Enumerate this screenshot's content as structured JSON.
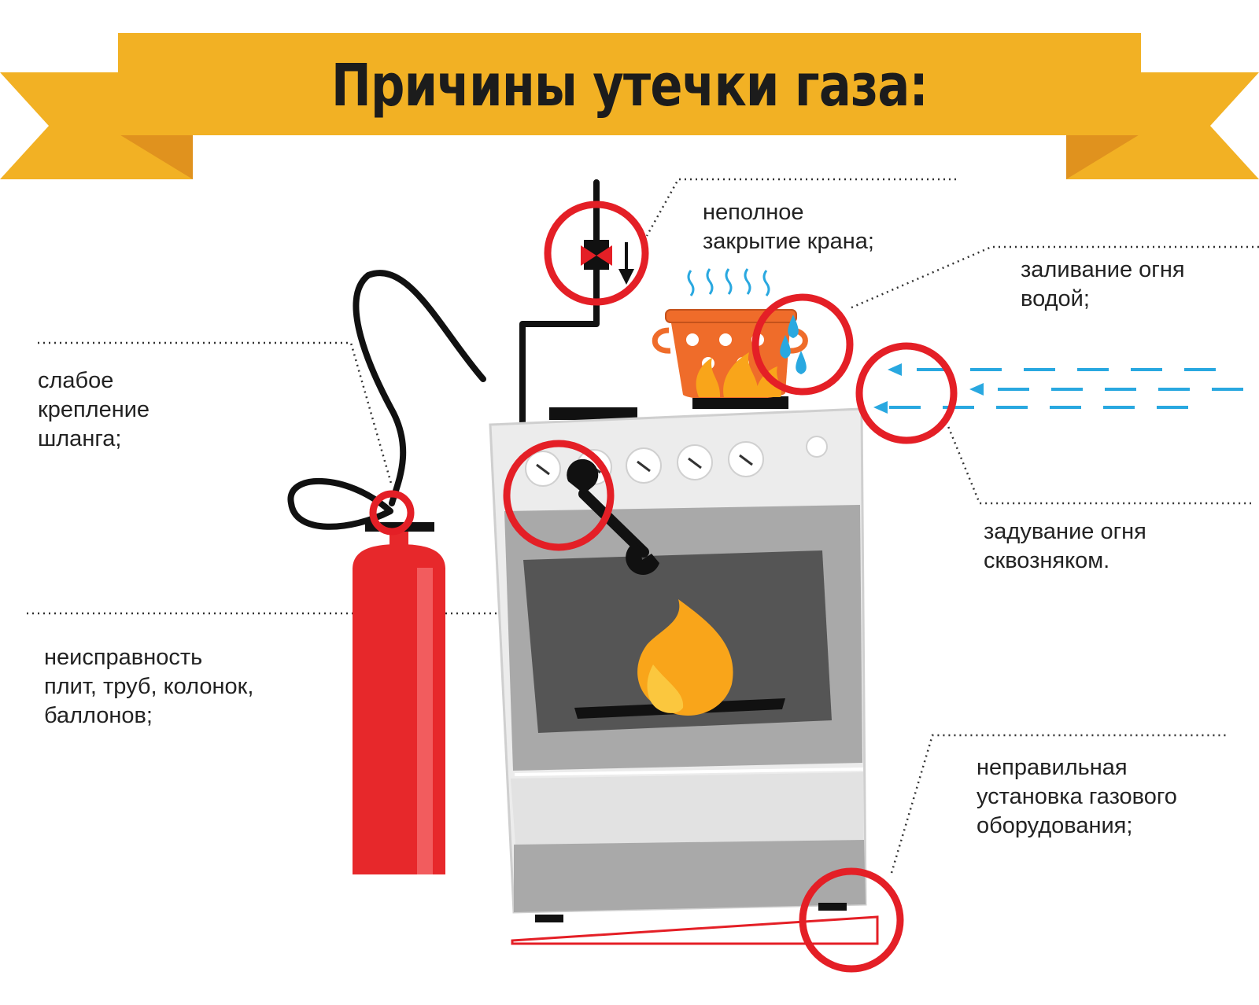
{
  "title": "Причины утечки газа:",
  "colors": {
    "banner": "#f2b124",
    "banner_dark": "#e0921e",
    "alert_red": "#e41f26",
    "flame": "#f9a51a",
    "pot": "#ef6c2a",
    "cylinder": "#e7282b",
    "water": "#29a8e0",
    "stove_body": "#ececec",
    "oven_window": "#555555"
  },
  "causes": [
    {
      "id": "tap",
      "text": "неполное\nзакрытие крана;"
    },
    {
      "id": "water",
      "text": "заливание огня\nводой;"
    },
    {
      "id": "hose",
      "text": "слабое\nкрепление\nшланга;"
    },
    {
      "id": "draft",
      "text": "задувание огня\nсквозняком."
    },
    {
      "id": "fault",
      "text": "неисправность\nплит, труб, колонок,\nбаллонов;"
    },
    {
      "id": "install",
      "text": "неправильная\nустановка газового\nоборудования;"
    }
  ],
  "icons": [
    "gas-cylinder-icon",
    "gas-stove-icon",
    "pot-icon",
    "wrench-icon",
    "flame-icon",
    "water-drop-icon",
    "wind-arrow-icon",
    "valve-icon"
  ]
}
